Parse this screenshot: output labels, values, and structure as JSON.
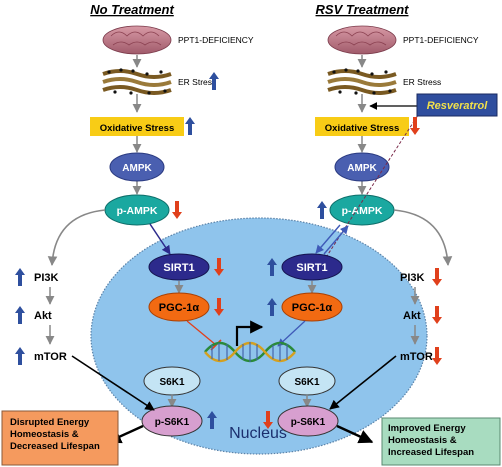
{
  "headers": {
    "left": "No Treatment",
    "right": "RSV Treatment"
  },
  "labels": {
    "ppt1": "PPT1-DEFICIENCY",
    "er_stress": "ER Stress",
    "oxidative_stress": "Oxidative Stress",
    "ampk": "AMPK",
    "p_ampk": "p-AMPK",
    "sirt1": "SIRT1",
    "pgc1a": "PGC-1α",
    "pi3k": "PI3K",
    "akt": "Akt",
    "mtor": "mTOR",
    "s6k1": "S6K1",
    "p_s6k1": "p-S6K1",
    "nucleus": "Nucleus",
    "resveratrol": "Resveratrol"
  },
  "outcomes": {
    "left": [
      "Disrupted Energy",
      "Homeostasis &",
      "Decreased Lifespan"
    ],
    "right": [
      "Improved Energy",
      "Homeostasis &",
      "Increased Lifespan"
    ]
  },
  "indicators": {
    "left_er": "up",
    "right_er": "none",
    "left_ox": "up",
    "right_ox": "down",
    "left_pampk": "down",
    "right_pampk": "up",
    "left_sirt1": "down",
    "right_sirt1": "up",
    "left_pgc": "down",
    "right_pgc": "up",
    "left_pi3k": "up",
    "right_pi3k": "down",
    "left_akt": "up",
    "right_akt": "down",
    "left_mtor": "up",
    "right_mtor": "down",
    "left_ps6k1": "up",
    "right_ps6k1": "down"
  },
  "colors": {
    "up_arrow": "#2e4f9e",
    "down_arrow": "#e0401c",
    "nucleus_fill": "#8fc4ec",
    "stress_box": "#f8cc16",
    "ampk_fill": "#4a5fb0",
    "pampk_fill": "#1aa8a0",
    "sirt1_fill": "#2c2a8c",
    "pgc_fill": "#f26a12",
    "s6k1_fill": "#c4e4f4",
    "ps6k1_fill": "#d79fcf",
    "left_outcome": "#f59a5e",
    "right_outcome": "#a8dcc0",
    "resveratrol_fill": "#2f4e9e",
    "resveratrol_text": "#f2e14a"
  },
  "icons": [
    "brain-icon",
    "er-organelle-icon",
    "dna-helix-icon"
  ]
}
